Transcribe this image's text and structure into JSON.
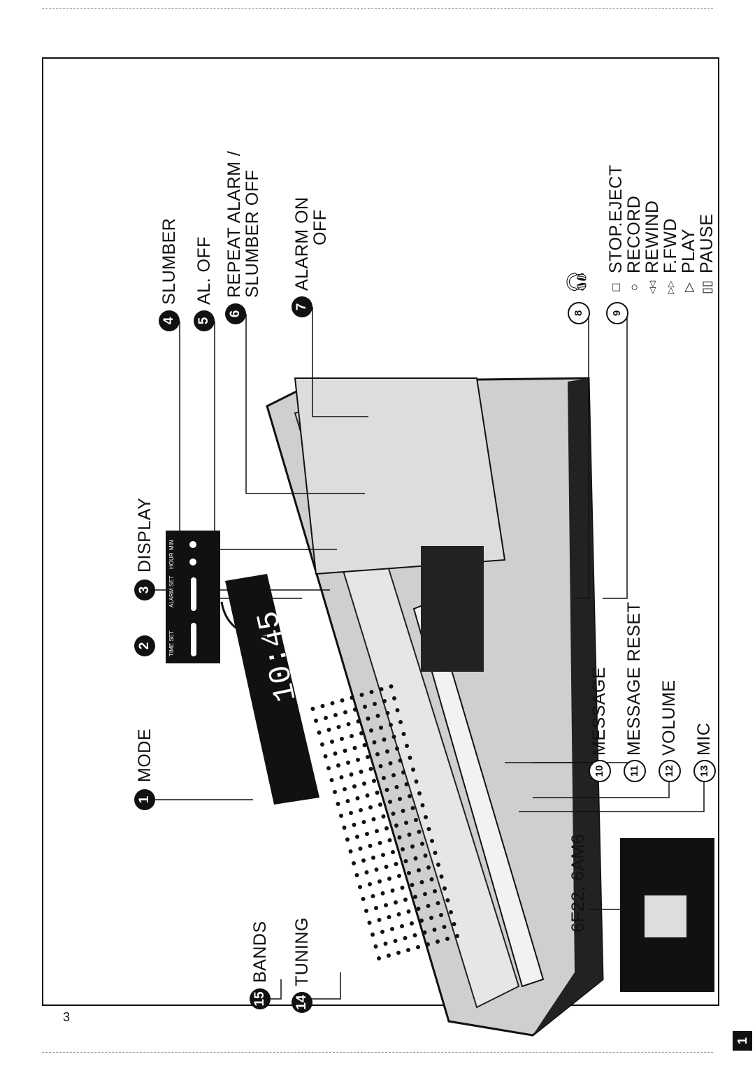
{
  "page_number": "3",
  "figure_number": "1",
  "display_readout": "10:45",
  "mini_display": {
    "labels": [
      "TIME SET",
      "ALARM SET",
      "HOUR",
      "MIN"
    ]
  },
  "callouts": [
    {
      "num": "1",
      "label": "MODE"
    },
    {
      "num": "2",
      "label": ""
    },
    {
      "num": "3",
      "label": "DISPLAY"
    },
    {
      "num": "4",
      "label": "SLUMBER"
    },
    {
      "num": "5",
      "label": "AL. OFF"
    },
    {
      "num": "6",
      "label": "REPEAT ALARM /",
      "label2": "SLUMBER OFF"
    },
    {
      "num": "7",
      "label": "ALARM ON",
      "label2": "OFF"
    },
    {
      "num": "8",
      "label": "",
      "icon": "headphone-icon"
    },
    {
      "num": "9",
      "label": ""
    },
    {
      "num": "10",
      "label": "MESSAGE"
    },
    {
      "num": "11",
      "label": "MESSAGE RESET"
    },
    {
      "num": "12",
      "label": "VOLUME"
    },
    {
      "num": "13",
      "label": "MIC"
    },
    {
      "num": "14",
      "label": "TUNING"
    },
    {
      "num": "15",
      "label": "BANDS"
    }
  ],
  "transport_keys": [
    {
      "symbol": "□",
      "icon": "stop-icon",
      "label": "STOP.EJECT"
    },
    {
      "symbol": "○",
      "icon": "record-icon",
      "label": "RECORD"
    },
    {
      "symbol": "◁◁",
      "icon": "rewind-icon",
      "label": "REWIND"
    },
    {
      "symbol": "▷▷",
      "icon": "fast-forward-icon",
      "label": "F.FWD"
    },
    {
      "symbol": "▷",
      "icon": "play-icon",
      "label": "PLAY"
    },
    {
      "symbol": "▯▯",
      "icon": "pause-icon",
      "label": "PAUSE"
    }
  ],
  "battery_label": "6F22, 6AM6"
}
